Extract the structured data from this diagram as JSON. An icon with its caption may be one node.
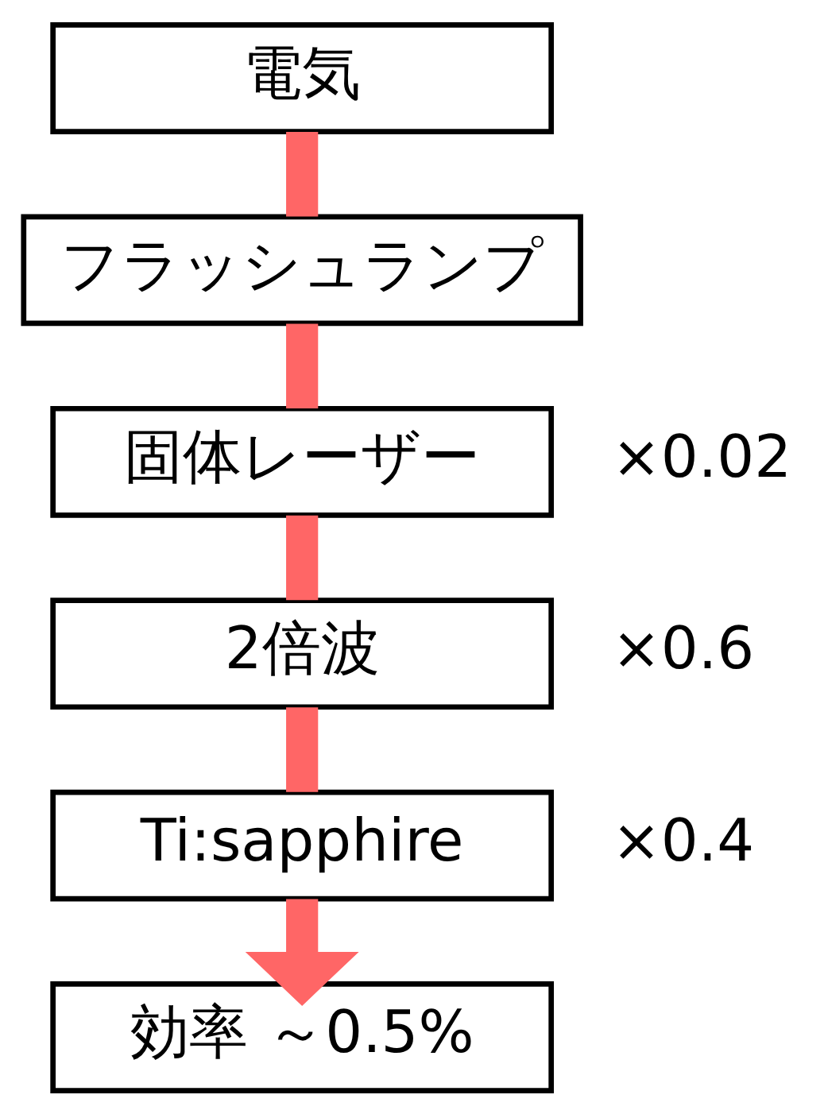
{
  "diagram": {
    "nodes": [
      {
        "text": [
          "電気"
        ]
      },
      {
        "text": [
          "フラッシュランプ"
        ]
      },
      {
        "text": [
          "固体レーザー"
        ]
      },
      {
        "text": [
          "2倍波"
        ]
      },
      {
        "text": [
          "Ti:sapphire"
        ]
      },
      {
        "text": [
          "効率 ～0.5%"
        ]
      }
    ],
    "edges": [
      {
        "from": 0,
        "to": 1,
        "arrow": "none"
      },
      {
        "from": 1,
        "to": 2,
        "arrow": "none"
      },
      {
        "from": 2,
        "to": 3,
        "arrow": "none"
      },
      {
        "from": 3,
        "to": 4,
        "arrow": "none"
      },
      {
        "from": 4,
        "to": 5,
        "arrow": "to"
      }
    ],
    "labels": [
      "×0.02",
      "×0.6",
      "×0.4"
    ]
  }
}
